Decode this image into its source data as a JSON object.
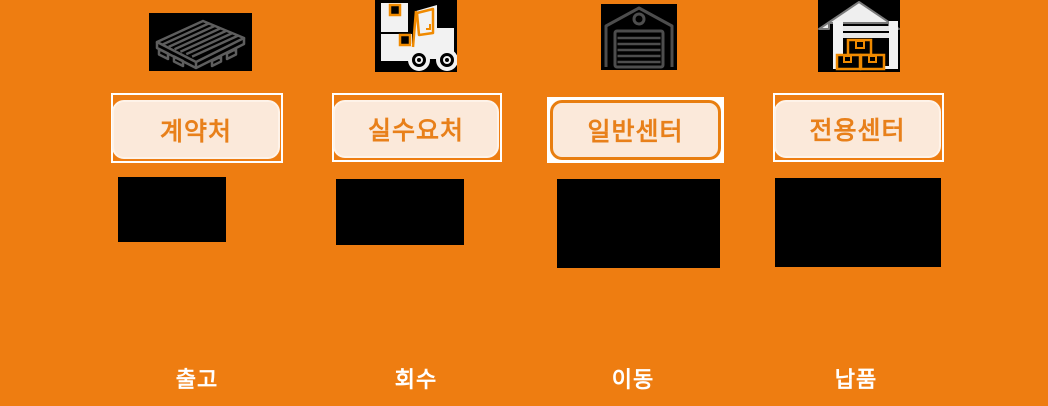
{
  "colors": {
    "background": "#EE7D11",
    "button_background": "#FBE9DA",
    "button_text": "#E8801A",
    "highlight_border": "#E87E10",
    "back_frame": "#FFFFFF",
    "flow_label_text": "#FFFFFF",
    "icon_tile_background": "#000000",
    "icon_line_gray": "#5E5E5E",
    "icon_accent_orange": "#F08A00",
    "image_placeholder": "#000000"
  },
  "columns": [
    {
      "icon": "pallet-icon",
      "button_label": "계약처",
      "flow_label": "출고",
      "highlighted": false
    },
    {
      "icon": "forklift-icon",
      "button_label": "실수요처",
      "flow_label": "회수",
      "highlighted": false
    },
    {
      "icon": "garage-icon",
      "button_label": "일반센터",
      "flow_label": "이동",
      "highlighted": true
    },
    {
      "icon": "warehouse-boxes-icon",
      "button_label": "전용센터",
      "flow_label": "납품",
      "highlighted": false
    }
  ]
}
